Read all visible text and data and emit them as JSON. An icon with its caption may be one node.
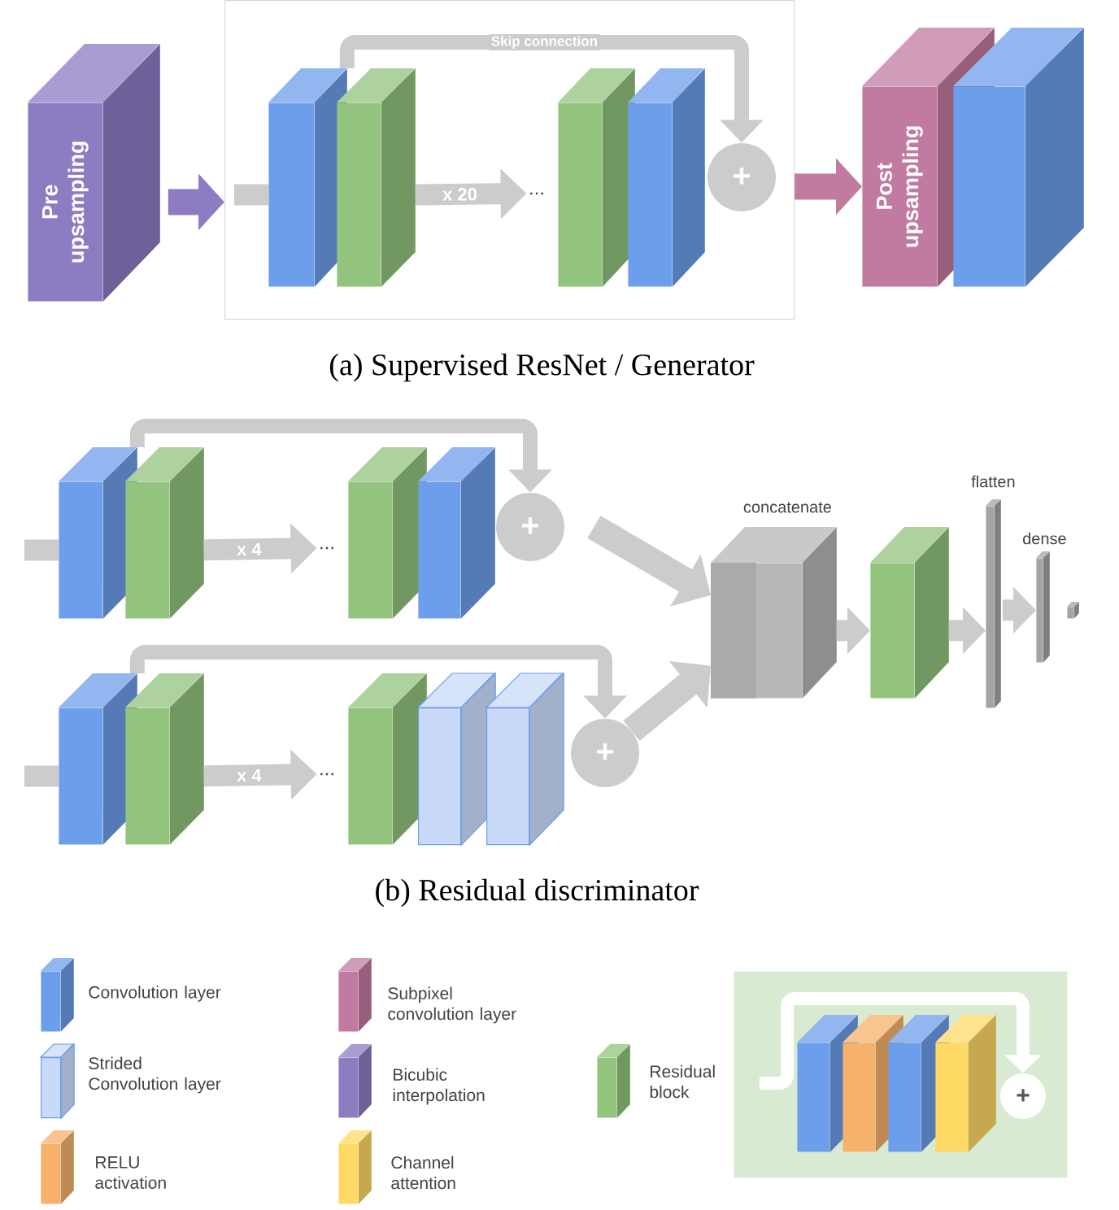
{
  "diagram": {
    "nodes": [
      {
        "text": [
          "Pre upsampling"
        ]
      },
      {
        "text": [],
        "shape": "box"
      },
      {
        "text": [],
        "shape": "box",
        "in": 1
      },
      {
        "text": [],
        "shape": "box",
        "in": 1
      },
      {
        "text": [
          "..."
        ],
        "in": 1
      },
      {
        "text": [],
        "shape": "box",
        "in": 1
      },
      {
        "text": [],
        "shape": "box",
        "in": 1
      },
      {
        "text": [
          "+"
        ],
        "in": 1
      },
      {
        "text": [
          "Post upsampling"
        ]
      },
      {
        "text": [],
        "shape": "box"
      },
      {
        "text": [],
        "shape": "box"
      },
      {
        "text": [],
        "shape": "box"
      },
      {
        "text": [
          "..."
        ]
      },
      {
        "text": [],
        "shape": "box"
      },
      {
        "text": [],
        "shape": "box"
      },
      {
        "text": [
          "+"
        ]
      },
      {
        "text": [],
        "shape": "box"
      },
      {
        "text": [],
        "shape": "box"
      },
      {
        "text": [
          "..."
        ]
      },
      {
        "text": [],
        "shape": "box"
      },
      {
        "text": [],
        "shape": "box"
      },
      {
        "text": [],
        "shape": "box"
      },
      {
        "text": [
          "+"
        ]
      },
      {
        "text": [
          "concatenate"
        ]
      },
      {
        "text": [],
        "shape": "box"
      },
      {
        "text": [
          "flatten"
        ]
      },
      {
        "text": [
          "dense"
        ]
      },
      {
        "text": [],
        "shape": "box"
      },
      {
        "text": [],
        "shape": "box"
      },
      {
        "text": [],
        "shape": "box",
        "in": 28
      },
      {
        "text": [],
        "shape": "box",
        "in": 28
      },
      {
        "text": [],
        "shape": "box",
        "in": 28
      },
      {
        "text": [],
        "shape": "box",
        "in": 28
      },
      {
        "text": [
          "+"
        ],
        "in": 28
      }
    ],
    "edges": [
      {
        "from": 0,
        "to": 1,
        "arrow": "to",
        "color": "#8e7cc3"
      },
      {
        "from": null,
        "to": 2,
        "arrow": "none"
      },
      {
        "from": 3,
        "to": 4,
        "arrow": "to",
        "label": "x 20"
      },
      {
        "from": 2,
        "to": 7,
        "arrow": "to",
        "label": "Skip connection"
      },
      {
        "from": 1,
        "to": 8,
        "arrow": "to",
        "color": "#c27ba0"
      },
      {
        "from": null,
        "to": 10,
        "arrow": "none"
      },
      {
        "from": 11,
        "to": 12,
        "arrow": "to",
        "label": "x 4"
      },
      {
        "from": 10,
        "to": 15,
        "arrow": "to"
      },
      {
        "from": null,
        "to": 16,
        "arrow": "none"
      },
      {
        "from": 17,
        "to": 18,
        "arrow": "to",
        "label": "x 4"
      },
      {
        "from": 16,
        "to": 22,
        "arrow": "to"
      },
      {
        "from": 15,
        "to": 23,
        "arrow": "to"
      },
      {
        "from": 22,
        "to": 23,
        "arrow": "to"
      },
      {
        "from": 23,
        "to": 24,
        "arrow": "to"
      },
      {
        "from": 24,
        "to": 25,
        "arrow": "to"
      },
      {
        "from": 25,
        "to": 26,
        "arrow": "to"
      },
      {
        "from": null,
        "to": 33,
        "arrow": "to",
        "color": "#ffffff"
      }
    ],
    "labels": [
      "(a) Supervised ResNet / Generator",
      "(b) Residual discriminator"
    ],
    "legend": [
      {
        "text": "Convolution layer",
        "color": "#6d9eeb"
      },
      {
        "text": "Strided Convolution layer",
        "color": "#c9daf8"
      },
      {
        "text": "RELU activation",
        "color": "#f6b26b"
      },
      {
        "text": "Subpixel convolution layer",
        "color": "#c27ba0"
      },
      {
        "text": "Bicubic interpolation",
        "color": "#8e7cc3"
      },
      {
        "text": "Channel attention",
        "color": "#ffd966"
      },
      {
        "text": "Residual block",
        "color": "#93c47d"
      }
    ]
  }
}
